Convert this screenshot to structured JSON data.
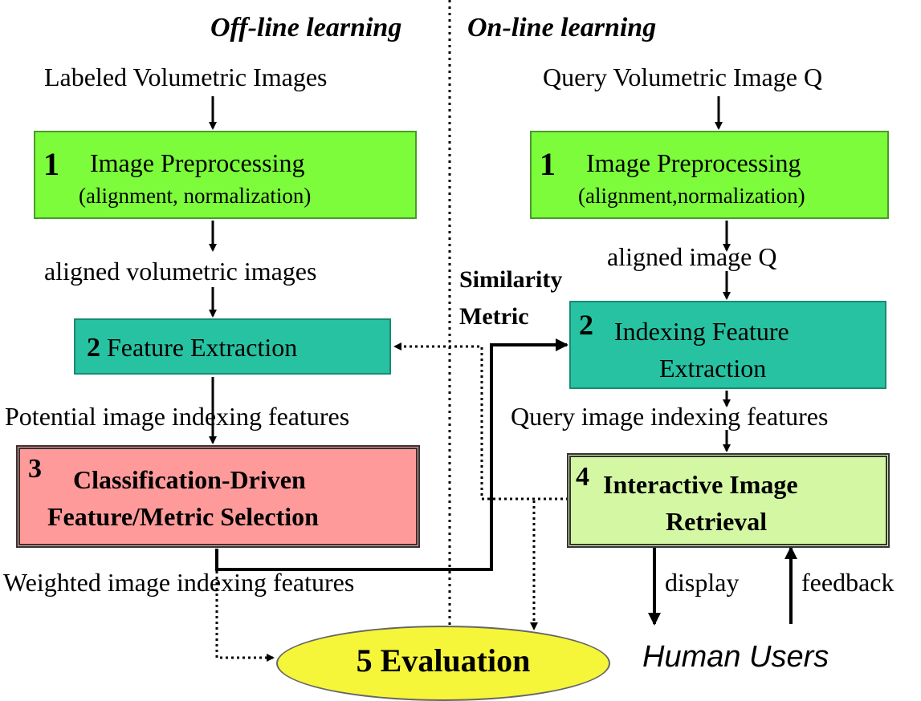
{
  "headers": {
    "offline": "Off-line learning",
    "online": "On-line learning"
  },
  "left": {
    "input_label": "Labeled Volumetric Images",
    "box1_num": "1",
    "box1_title": "Image Preprocessing",
    "box1_sub": "(alignment, normalization)",
    "mid_label": "aligned volumetric images",
    "box2_num": "2",
    "box2_title": "Feature Extraction",
    "features_label": "Potential image indexing features",
    "box3_num": "3",
    "box3_line1": "Classification-Driven",
    "box3_line2": "Feature/Metric Selection",
    "weighted_label": "Weighted image indexing features"
  },
  "right": {
    "input_label": "Query Volumetric Image Q",
    "box1_num": "1",
    "box1_title": "Image Preprocessing",
    "box1_sub": "(alignment,normalization)",
    "mid_label": "aligned image Q",
    "box2_num": "2",
    "box2_line1": "Indexing Feature",
    "box2_line2": "Extraction",
    "features_label": "Query image indexing features",
    "box4_num": "4",
    "box4_line1": "Interactive Image",
    "box4_line2": "Retrieval",
    "display_label": "display",
    "feedback_label": "feedback",
    "users_label": "Human Users"
  },
  "similarity": {
    "line1": "Similarity",
    "line2": "Metric"
  },
  "evaluation": {
    "num": "5",
    "label": "Evaluation"
  }
}
